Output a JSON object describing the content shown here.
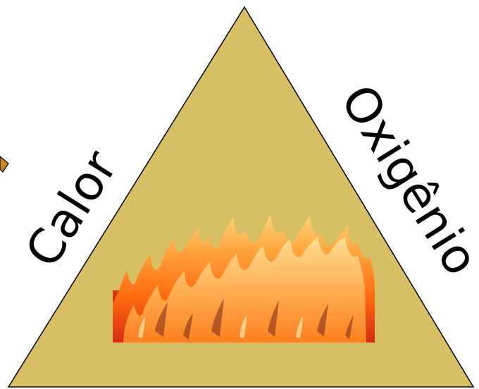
{
  "labels": {
    "left": "Calor",
    "right": "Oxigênio"
  },
  "colors": {
    "triangle_fill": "#d7bf66",
    "triangle_stroke": "#000000",
    "flame_outer": "#ff7a10",
    "flame_mid": "#ffa43a",
    "flame_inner": "#ffd36b",
    "ember": "#c8261a"
  },
  "icons": {
    "fire": "flames-image",
    "edge_arrow": "arrow-fragment-icon"
  }
}
